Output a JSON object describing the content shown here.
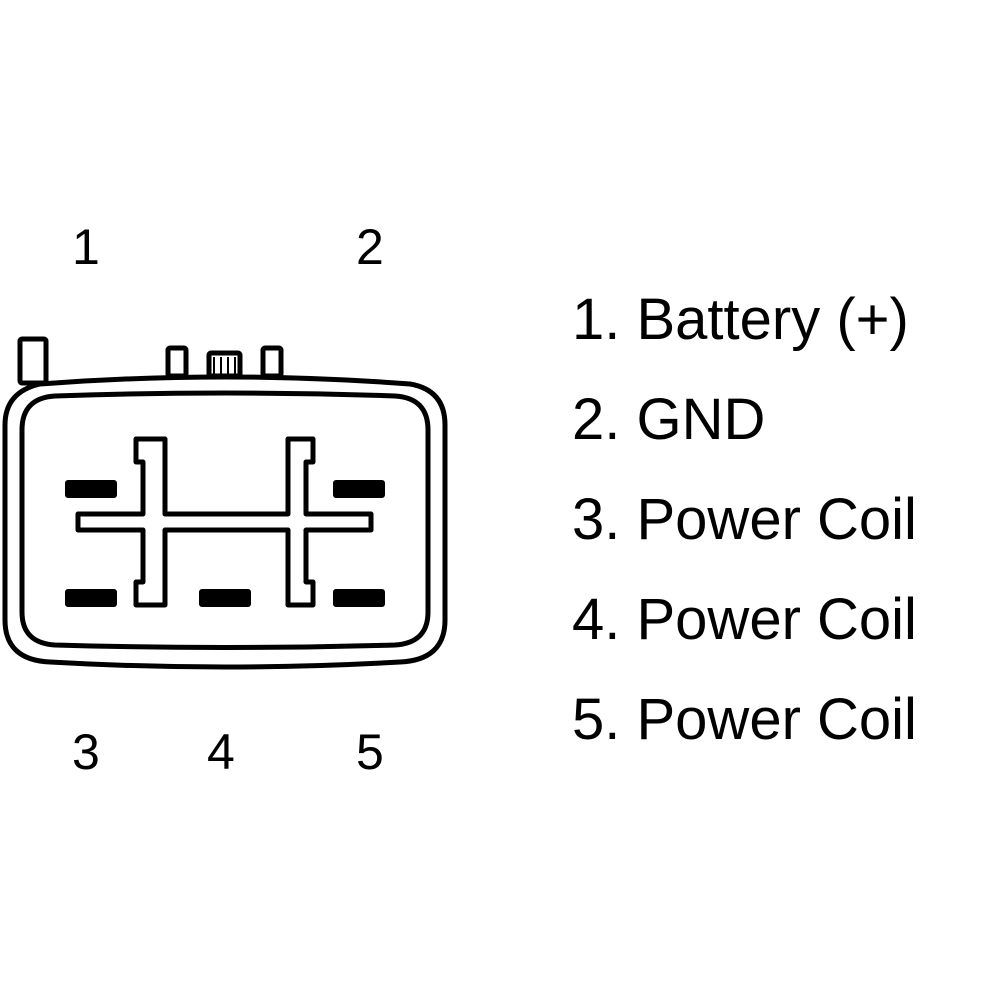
{
  "connector": {
    "pin_labels": [
      "1",
      "2",
      "3",
      "4",
      "5"
    ]
  },
  "legend": {
    "items": [
      "1. Battery (+)",
      "2. GND",
      "3. Power Coil",
      "4. Power Coil",
      "5. Power Coil"
    ]
  }
}
